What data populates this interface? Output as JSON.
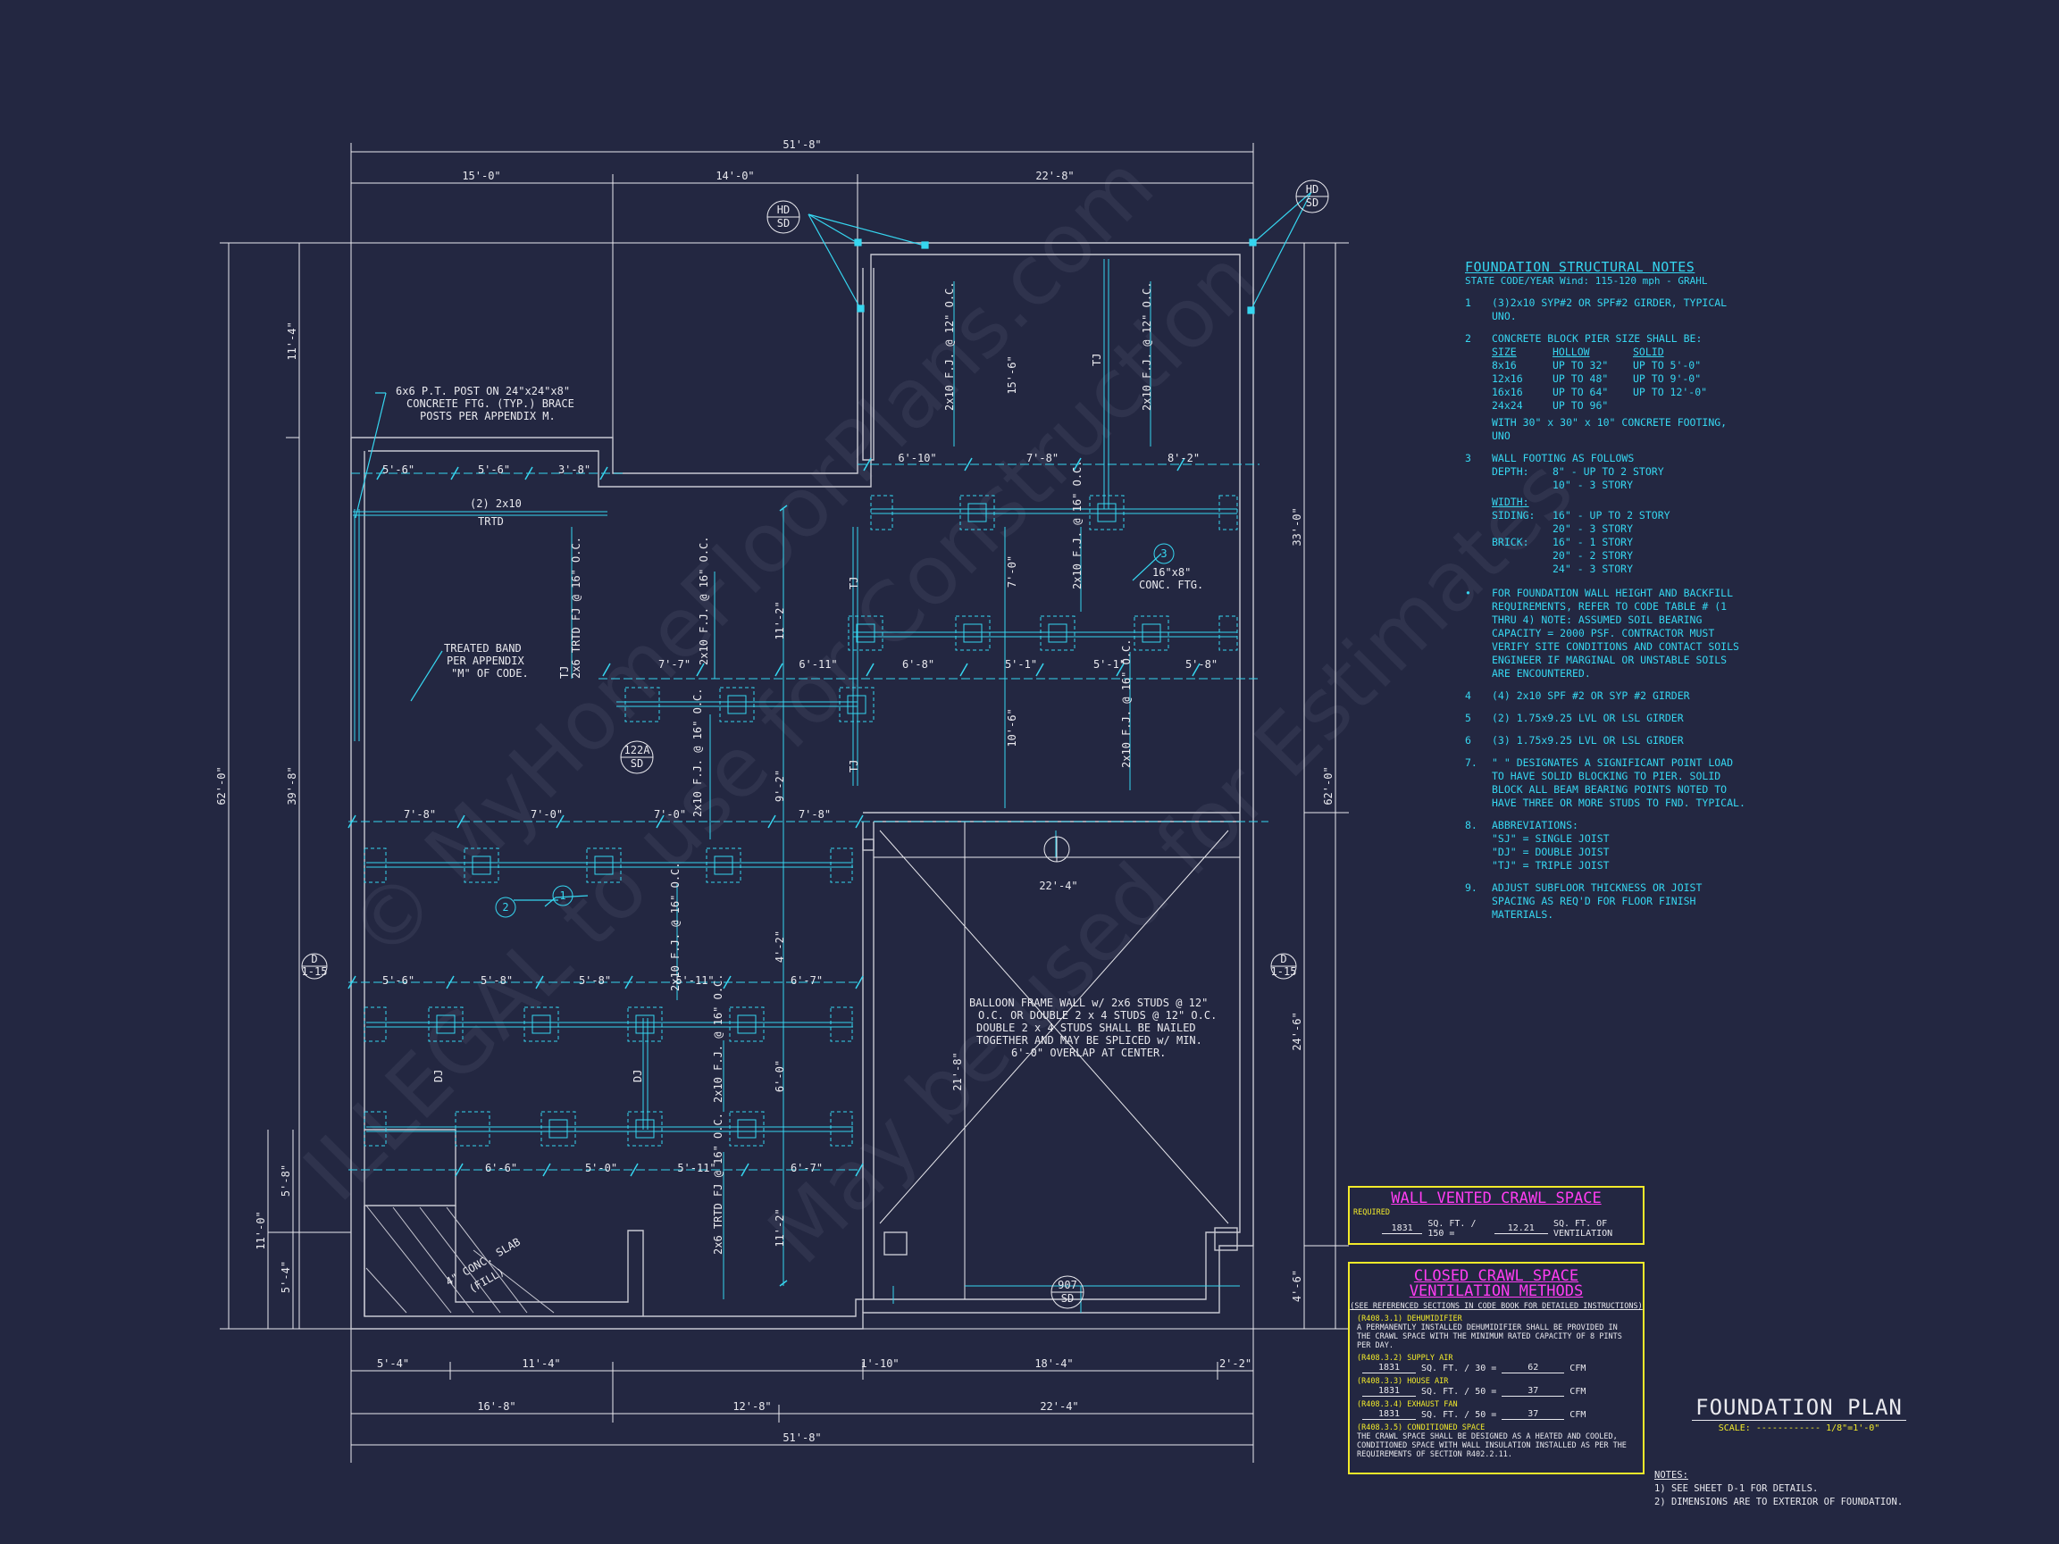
{
  "plan": {
    "overall_dims": {
      "top_total": "51'-8\"",
      "top_segments": [
        "15'-0\"",
        "14'-0\"",
        "22'-8\""
      ],
      "bottom_total": "51'-8\"",
      "bottom_mid": [
        "16'-8\"",
        "12'-8\"",
        "22'-4\""
      ],
      "bottom_inner": [
        "5'-4\"",
        "11'-4\"",
        "1'-10\"",
        "18'-4\"",
        "2'-2\""
      ],
      "left_total": "62'-0\"",
      "left_mid": "39'-8\"",
      "left_top": "11'-4\"",
      "left_bottom_total": "11'-0\"",
      "left_bottom_parts": [
        "5'-8\"",
        "5'-4\""
      ],
      "right_total": "62'-0\"",
      "right_upper": "33'-0\"",
      "right_lower": "24'-6\"",
      "right_bottom": "4'-6\""
    },
    "interior_dims": {
      "row1": [
        "5'-6\"",
        "5'-6\"",
        "3'-8\""
      ],
      "row_right1": [
        "6'-10\"",
        "7'-8\"",
        "8'-2\""
      ],
      "row_mid": [
        "7'-7\"",
        "6'-11\"",
        "6'-8\"",
        "5'-1\"",
        "5'-1\"",
        "5'-8\""
      ],
      "row_left2": [
        "7'-8\"",
        "7'-0\"",
        "7'-0\"",
        "7'-8\""
      ],
      "row_left3": [
        "5'-6\"",
        "5'-8\"",
        "5'-8\"",
        "5'-11\"",
        "6'-7\""
      ],
      "row_left4": [
        "6'-6\"",
        "5'-0\"",
        "5'-11\"",
        "6'-7\""
      ],
      "crawl_width": "22'-4\"",
      "crawl_height": "21'-8\"",
      "v_labels": [
        "11'-2\"",
        "9'-2\"",
        "4'-2\"",
        "6'-0\"",
        "11'-2\"",
        "7'-0\"",
        "10'-6\"",
        "15'-6\""
      ]
    },
    "joist_labels": [
      "2x10 F.J. @ 12\" O.C.",
      "2x10 F.J. @ 12\" O.C.",
      "2x10 F.J. @ 16\" O.C.",
      "2x10 F.J. @ 16\" O.C.",
      "2x10 F.J. @ 16\" O.C.",
      "2x10 F.J. @ 16\" O.C.",
      "2x10 F.J. @ 16\" O.C.",
      "2x10 F.J. @ 16\" O.C.",
      "2x6 TRTD FJ @ 16\" O.C."
    ],
    "callouts": {
      "post": [
        "6x6 P.T. POST ON 24\"x24\"x8\"",
        "CONCRETE FTG. (TYP.) BRACE",
        "POSTS PER APPENDIX M."
      ],
      "two_by": [
        "(2) 2x10",
        "TRTD"
      ],
      "band": [
        "TREATED BAND",
        "PER APPENDIX",
        "\"M\" OF CODE."
      ],
      "conc_ftg": [
        "16\"x8\"",
        "CONC. FTG."
      ],
      "balloon": [
        "BALLOON FRAME WALL w/ 2x6 STUDS @ 12\"",
        "O.C. OR DOUBLE 2 x 4 STUDS @ 12\" O.C.",
        "DOUBLE 2 x 4 STUDS SHALL BE NAILED",
        "TOGETHER AND MAY BE SPLICED w/ MIN.",
        "6'-0\" OVERLAP AT CENTER."
      ],
      "slab": [
        "4\" CONC. SLAB",
        "(FILL)"
      ],
      "tj": "TJ",
      "dj": "DJ"
    },
    "tags": {
      "hd": "HD",
      "sd": "SD",
      "tag_122a": "122A",
      "tag_907": "907",
      "d": "D",
      "d_sheet": "1-15",
      "circle1": "1",
      "circle2": "2",
      "circle3": "3"
    }
  },
  "notes": {
    "title": "FOUNDATION STRUCTURAL NOTES",
    "subtitle": "STATE CODE/YEAR Wind: 115-120 mph - GRAHL",
    "n1": "(3)2x10 SYP#2 OR SPF#2 GIRDER, TYPICAL UNO.",
    "n2": "CONCRETE BLOCK PIER SIZE SHALL BE:",
    "pier_header": [
      "SIZE",
      "HOLLOW",
      "SOLID"
    ],
    "pier_rows": [
      [
        "8x16",
        "UP TO 32\"",
        "UP TO 5'-0\""
      ],
      [
        "12x16",
        "UP TO 48\"",
        "UP TO 9'-0\""
      ],
      [
        "16x16",
        "UP TO 64\"",
        "UP TO 12'-0\""
      ],
      [
        "24x24",
        "UP TO 96\"",
        ""
      ]
    ],
    "pier_footing": "WITH 30\" x 30\" x 10\" CONCRETE FOOTING, UNO",
    "n3": "WALL FOOTING AS FOLLOWS",
    "depth_label": "DEPTH:",
    "depth": [
      "8\" - UP TO 2 STORY",
      "10\" - 3 STORY"
    ],
    "width_label": "WIDTH:",
    "siding_label": "SIDING:",
    "siding": [
      "16\" - UP TO 2 STORY",
      "20\" - 3 STORY"
    ],
    "brick_label": "BRICK:",
    "brick": [
      "16\" - 1 STORY",
      "20\" - 2 STORY",
      "24\" - 3 STORY"
    ],
    "n_wall": "FOR FOUNDATION WALL HEIGHT AND BACKFILL REQUIREMENTS, REFER TO CODE TABLE # (1 THRU 4) NOTE: ASSUMED SOIL BEARING CAPACITY = 2000 PSF. CONTRACTOR MUST VERIFY SITE CONDITIONS AND CONTACT SOILS ENGINEER IF MARGINAL OR UNSTABLE SOILS ARE ENCOUNTERED.",
    "n4": "(4) 2x10 SPF #2 OR SYP #2 GIRDER",
    "n5": "(2) 1.75x9.25 LVL OR LSL GIRDER",
    "n6": "(3) 1.75x9.25 LVL OR LSL GIRDER",
    "n7": "\" \" DESIGNATES A SIGNIFICANT POINT LOAD TO HAVE SOLID BLOCKING TO PIER. SOLID BLOCK ALL BEAM BEARING POINTS NOTED TO HAVE THREE OR MORE STUDS TO FND. TYPICAL.",
    "n8": "ABBREVIATIONS:",
    "abbr": [
      "\"SJ\" = SINGLE JOIST",
      "\"DJ\" = DOUBLE JOIST",
      "\"TJ\" = TRIPLE JOIST"
    ],
    "n9": "ADJUST SUBFLOOR THICKNESS OR JOIST SPACING AS REQ'D FOR FLOOR FINISH MATERIALS.",
    "num_1": "1",
    "num_2": "2",
    "num_3": "3",
    "num_4": "4",
    "num_5": "5",
    "num_6": "6",
    "num_7": "7.",
    "num_8": "8.",
    "num_9": "9."
  },
  "vented": {
    "title": "WALL VENTED CRAWL SPACE",
    "required": "REQUIRED",
    "area": "1831",
    "area_unit": "SQ. FT. / 150 =",
    "result": "12.21",
    "result_unit": "SQ. FT. OF VENTILATION"
  },
  "closed": {
    "title1": "CLOSED CRAWL SPACE",
    "title2": "VENTILATION METHODS",
    "ref": "(SEE REFERENCED SECTIONS IN CODE BOOK FOR DETAILED INSTRUCTIONS)",
    "dehum_label": "(R408.3.1) DEHUMIDIFIER",
    "dehum_text": "A PERMANENTLY INSTALLED DEHUMIDIFIER SHALL BE PROVIDED IN THE CRAWL SPACE WITH THE MINIMUM RATED CAPACITY OF 8 PINTS PER DAY.",
    "supply_label": "(R408.3.2) SUPPLY AIR",
    "supply_area": "1831",
    "supply_unit": "SQ. FT. / 30 =",
    "supply_val": "62",
    "cfm": "CFM",
    "house_label": "(R408.3.3) HOUSE AIR",
    "house_area": "1831",
    "house_unit": "SQ. FT. / 50 =",
    "house_val": "37",
    "exhaust_label": "(R408.3.4) EXHAUST FAN",
    "exhaust_area": "1831",
    "exhaust_unit": "SQ. FT. / 50 =",
    "exhaust_val": "37",
    "cond_label": "(R408.3.5) CONDITIONED SPACE",
    "cond_text": "THE CRAWL SPACE SHALL BE DESIGNED AS A HEATED AND COOLED, CONDITIONED SPACE WITH WALL INSULATION INSTALLED AS PER THE REQUIREMENTS OF SECTION R402.2.11."
  },
  "title_block": {
    "title": "FOUNDATION PLAN",
    "scale": "SCALE: ------------ 1/8\"=1'-0\""
  },
  "footer_notes": {
    "heading": "NOTES:",
    "n1": "1) SEE SHEET D-1 FOR DETAILS.",
    "n2": "2) DIMENSIONS ARE TO EXTERIOR OF FOUNDATION."
  },
  "watermark": [
    "© MyHomeFloorPlans.com",
    "ILLEGAL to use for Construction",
    "May be used for Estimates"
  ],
  "colors": {
    "background": "#232741",
    "cyan": "#36d6f0",
    "white": "#e9e9ee",
    "magenta": "#ff3df2",
    "yellow": "#f2ea2a",
    "wall": "#c8c8d2"
  }
}
